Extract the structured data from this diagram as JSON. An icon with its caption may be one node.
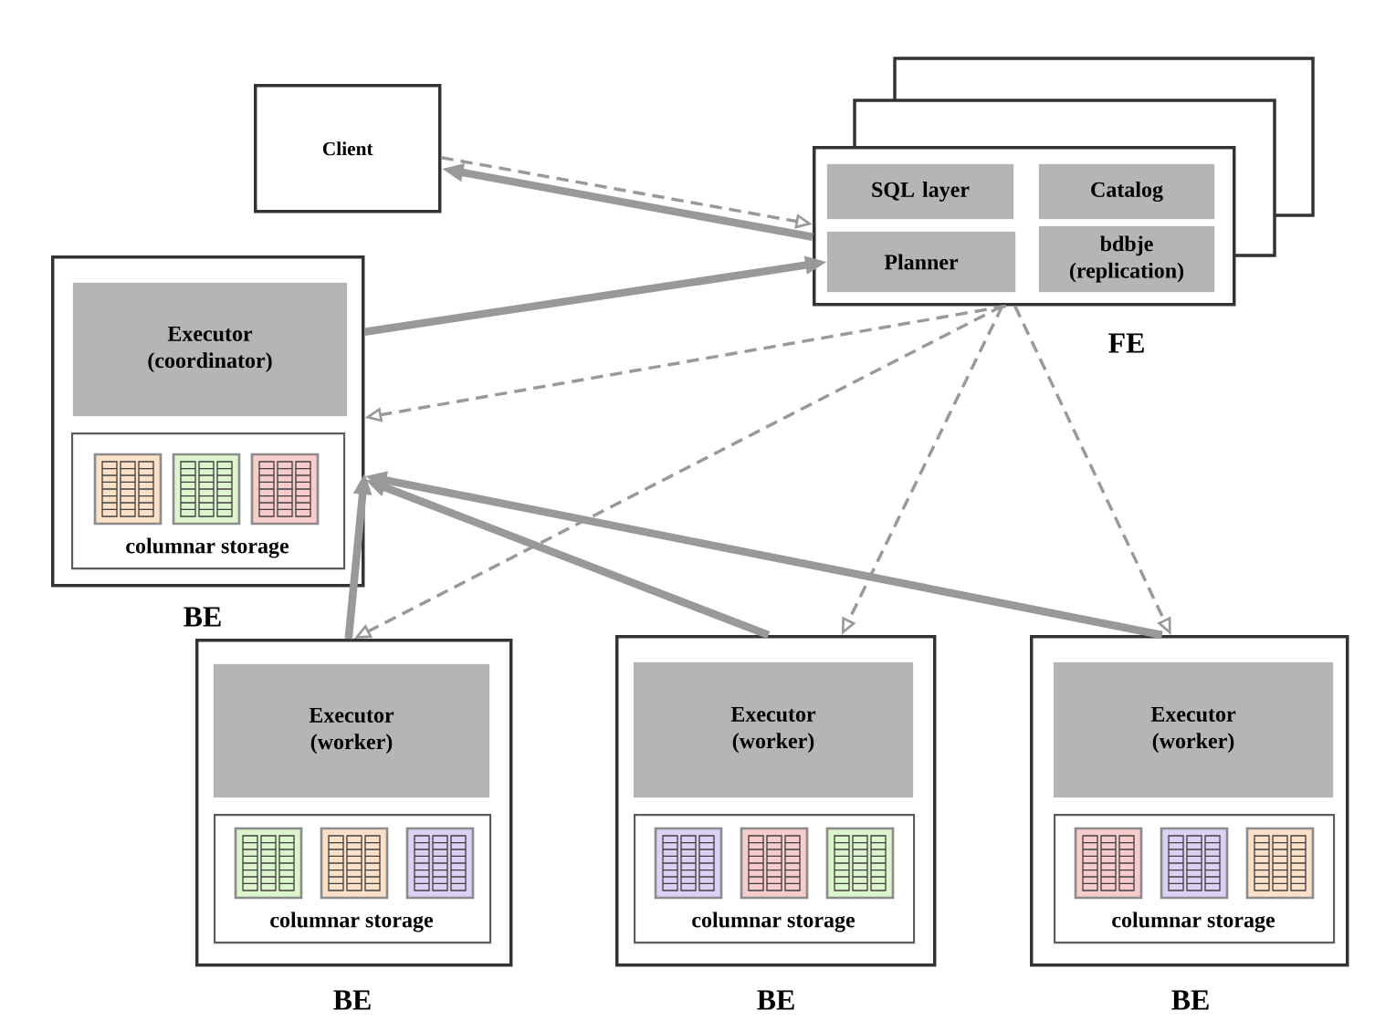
{
  "diagram": {
    "nodes": [
      {
        "text": [
          "Client"
        ]
      },
      {
        "text": [],
        "shape": "box",
        "beside": [
          "FE"
        ]
      },
      {
        "text": [
          "SQL layer"
        ],
        "in": 1
      },
      {
        "text": [
          "Catalog"
        ],
        "in": 1
      },
      {
        "text": [
          "Planner"
        ],
        "in": 1
      },
      {
        "text": [
          "bdbje (replication)"
        ],
        "in": 1
      },
      {
        "text": [],
        "shape": "box",
        "beside": [
          "BE"
        ]
      },
      {
        "text": [
          "Executor (coordinator)"
        ],
        "in": 6
      },
      {
        "text": [
          "columnar storage"
        ],
        "in": 6
      },
      {
        "text": [],
        "shape": "box",
        "beside": [
          "BE"
        ]
      },
      {
        "text": [
          "Executor (worker)"
        ],
        "in": 9
      },
      {
        "text": [
          "columnar storage"
        ],
        "in": 9
      },
      {
        "text": [],
        "shape": "box",
        "beside": [
          "BE"
        ]
      },
      {
        "text": [
          "Executor (worker)"
        ],
        "in": 12
      },
      {
        "text": [
          "columnar storage"
        ],
        "in": 12
      },
      {
        "text": [],
        "shape": "box",
        "beside": [
          "BE"
        ]
      },
      {
        "text": [
          "Executor (worker)"
        ],
        "in": 15
      },
      {
        "text": [
          "columnar storage"
        ],
        "in": 15
      }
    ],
    "edges": [
      {
        "from": 0,
        "to": 1,
        "arrow": "to",
        "style": "dashed"
      },
      {
        "from": 1,
        "to": 0,
        "arrow": "to",
        "style": "thick"
      },
      {
        "from": 6,
        "to": 4,
        "arrow": "to",
        "style": "thick"
      },
      {
        "from": 1,
        "to": 6,
        "arrow": "to",
        "style": "dashed"
      },
      {
        "from": 1,
        "to": 9,
        "arrow": "to",
        "style": "dashed"
      },
      {
        "from": 1,
        "to": 12,
        "arrow": "to",
        "style": "dashed"
      },
      {
        "from": 1,
        "to": 15,
        "arrow": "to",
        "style": "dashed"
      },
      {
        "from": 9,
        "to": 6,
        "arrow": "to",
        "style": "thick"
      },
      {
        "from": 12,
        "to": 6,
        "arrow": "to",
        "style": "thick"
      },
      {
        "from": 15,
        "to": 6,
        "arrow": "to",
        "style": "thick"
      }
    ]
  }
}
